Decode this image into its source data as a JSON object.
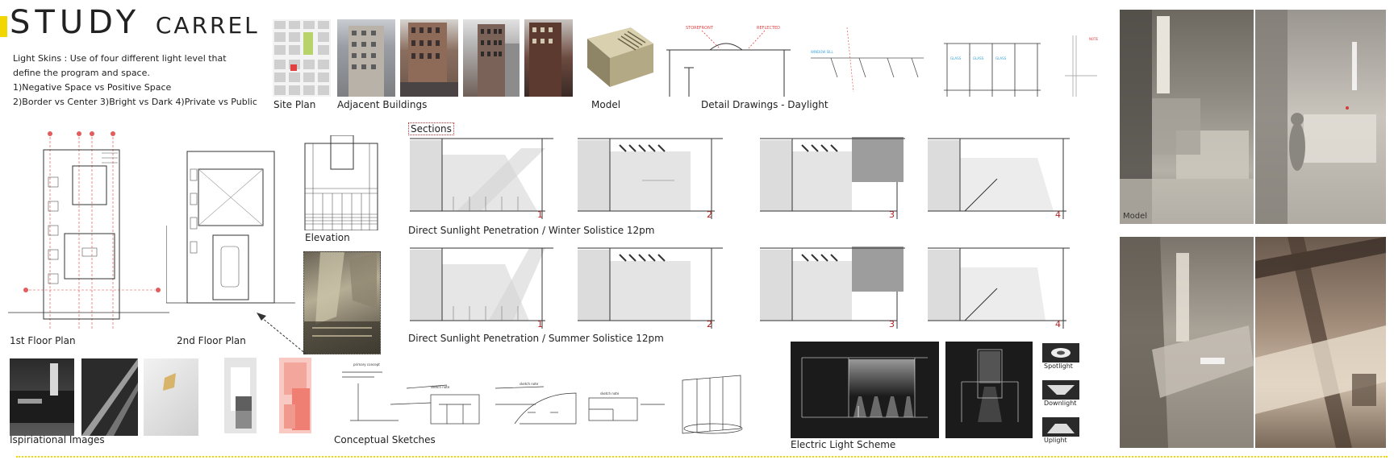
{
  "title": {
    "main": "STUDY",
    "sub": "CARREL"
  },
  "intro": {
    "line1": "Light Skins : Use of four different light level that",
    "line2": "define the program and space.",
    "line3": "1)Negative Space vs Positive Space",
    "line4": "2)Border vs Center 3)Bright vs Dark 4)Private vs Public"
  },
  "top_labels": {
    "site_plan": "Site Plan",
    "adjacent": "Adjacent Buildings",
    "model": "Model",
    "detail": "Detail Drawings - Daylight"
  },
  "plans": {
    "first": "1st Floor Plan",
    "second": "2nd Floor Plan",
    "elevation": "Elevation"
  },
  "sections": {
    "heading": "Sections",
    "winter": "Direct Sunlight Penetration / Winter Solistice 12pm",
    "summer": "Direct Sunlight Penetration / Summer Solistice 12pm",
    "numbers": [
      "1",
      "2",
      "3",
      "4"
    ]
  },
  "bottom_labels": {
    "inspiration": "Ispiriational Images",
    "sketches": "Conceptual Sketches",
    "electric": "Electric Light Scheme"
  },
  "lights": {
    "spot": "Spotlight",
    "down": "Downlight",
    "up": "Uplight"
  },
  "model_photo_label": "Model",
  "colors": {
    "accent_yellow": "#f2d600",
    "section_red": "#b22222",
    "plan_red": "#e04040"
  }
}
